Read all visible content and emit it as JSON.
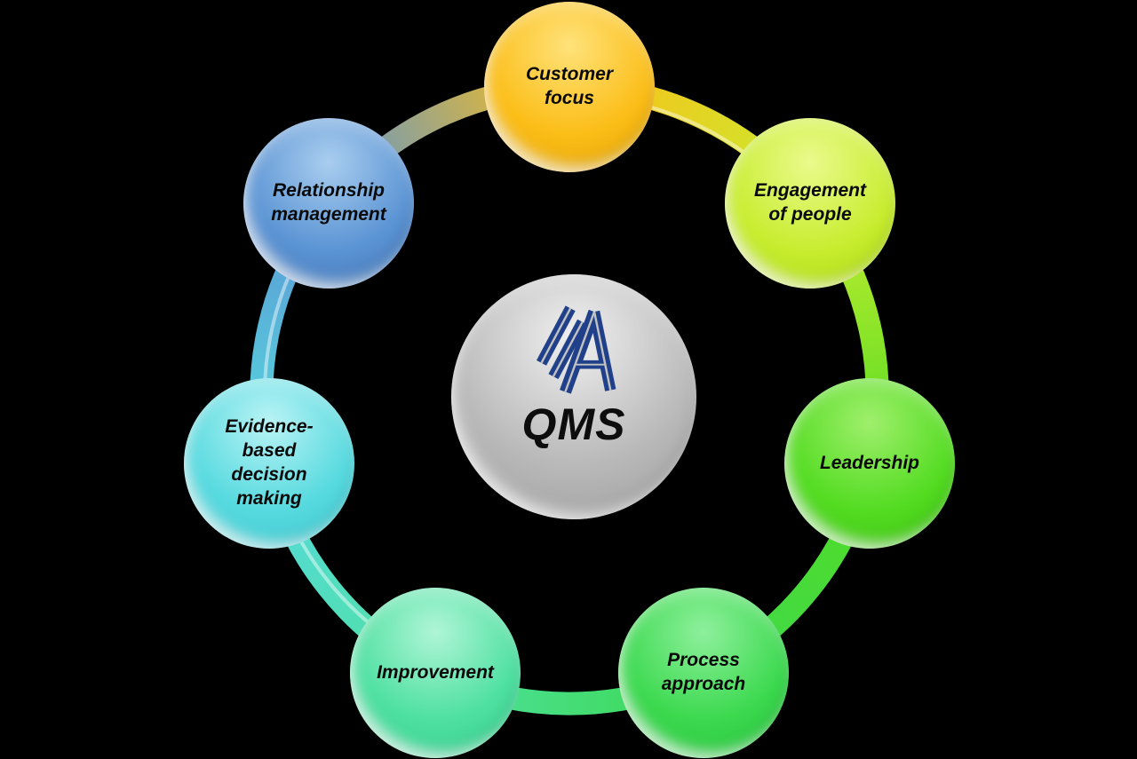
{
  "background_color": "#000000",
  "center": {
    "label": "QMS",
    "logo_icon": "stylized-a-logo",
    "logo_color": "#20418A",
    "logo_stripe_color": "#C2C2C2",
    "color_light": "#EFEFEF",
    "color_base": "#B9B9B9",
    "color_dark": "#9A9A9A"
  },
  "nodes": [
    {
      "id": "customer-focus",
      "label": "Customer focus",
      "color_light": "#FFE27A",
      "color_base": "#FBBE18",
      "color_dark": "#E09E00"
    },
    {
      "id": "engagement-of-people",
      "label": "Engagement of people",
      "color_light": "#EAFA8C",
      "color_base": "#C8ED30",
      "color_dark": "#A8D80A"
    },
    {
      "id": "leadership",
      "label": "Leadership",
      "color_light": "#9FEF6C",
      "color_base": "#54DC22",
      "color_dark": "#36BF0C"
    },
    {
      "id": "process-approach",
      "label": "Process approach",
      "color_light": "#8EF09C",
      "color_base": "#3CD94F",
      "color_dark": "#21C138"
    },
    {
      "id": "improvement",
      "label": "Improvement",
      "color_light": "#AFF5D6",
      "color_base": "#4EE0A1",
      "color_dark": "#30CA88"
    },
    {
      "id": "evidence-based",
      "label": "Evidence-based decision making",
      "color_light": "#B9F3F5",
      "color_base": "#57DADF",
      "color_dark": "#38C4CC"
    },
    {
      "id": "relationship-mgmt",
      "label": "Relationship management",
      "color_light": "#A9CDEF",
      "color_base": "#5B94D4",
      "color_dark": "#3D6FB2"
    }
  ]
}
